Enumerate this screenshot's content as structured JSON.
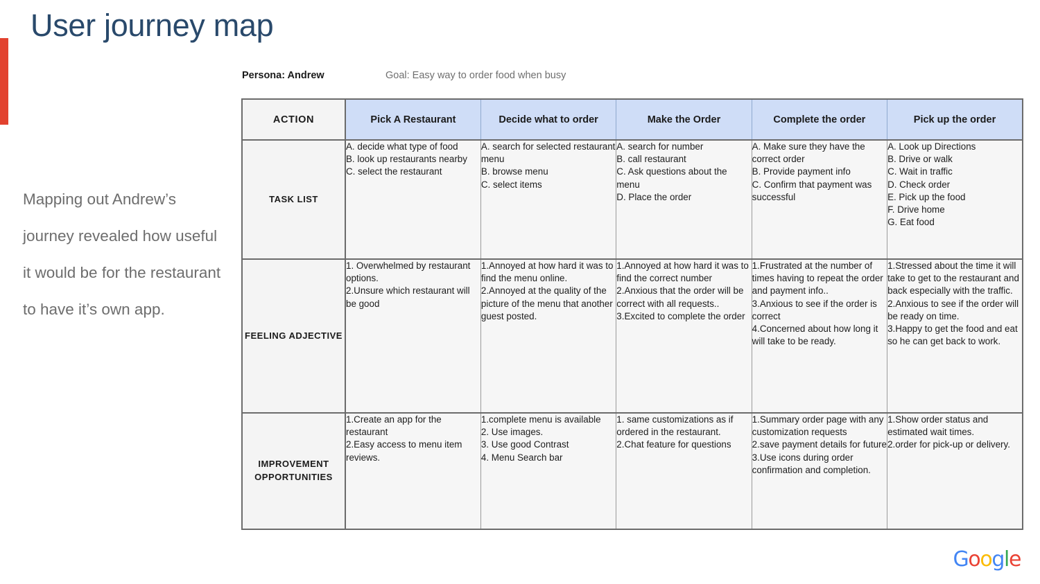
{
  "slide": {
    "title": "User journey map",
    "accent_color": "#e2422f",
    "title_color": "#29496b",
    "narrative": "Mapping out Andrew’s journey revealed how useful it would be for the restaurant to have it’s own app."
  },
  "meta": {
    "persona": "Persona: Andrew",
    "goal": "Goal: Easy way to order food when busy"
  },
  "table": {
    "header_label": "ACTION",
    "header_bg": "#cfddf7",
    "stages": [
      "Pick A Restaurant",
      "Decide what to order",
      "Make the Order",
      "Complete the order",
      "Pick up the order"
    ],
    "rows": [
      {
        "label": "TASK LIST",
        "cells": [
          "A. decide what type of food\nB. look up restaurants nearby\nC. select the restaurant",
          "A. search for selected restaurant  menu\nB. browse menu\nC. select items",
          "A. search for number\nB. call restaurant\nC. Ask questions about the menu\nD. Place the order",
          "A. Make sure they have the correct order\nB. Provide payment info\nC. Confirm that payment was successful",
          "A. Look up Directions\nB. Drive or walk\nC. Wait in traffic\nD. Check order\nE. Pick up the food\nF. Drive home\nG. Eat food"
        ]
      },
      {
        "label": "FEELING ADJECTIVE",
        "cells": [
          "1. Overwhelmed by restaurant options.\n2.Unsure which restaurant will be good",
          "1.Annoyed at how hard it was to find the menu online.\n2.Annoyed at the quality of the picture of the menu that another guest posted.",
          "1.Annoyed at how hard it was to find the correct number\n2.Anxious that the order will be correct with all requests..\n3.Excited to complete the order",
          "1.Frustrated at the number of times having to repeat the order and payment info..\n3.Anxious to see if the order is correct\n4.Concerned about how long it will take to be ready.",
          "1.Stressed about the time it will take to get to the restaurant and back especially with the traffic.\n2.Anxious to see if the order will be ready on time.\n3.Happy to get the food and eat so he can get back to work."
        ]
      },
      {
        "label": "IMPROVEMENT OPPORTUNITIES",
        "cells": [
          "1.Create an app for the restaurant\n2.Easy access to menu item reviews.",
          "1.complete menu is available\n2. Use  images.\n3. Use good Contrast\n4. Menu Search bar",
          "1. same customizations as if ordered in the restaurant.\n2.Chat feature for questions",
          "1.Summary order page with any customization requests\n2.save payment details for future\n3.Use icons during order confirmation and completion.",
          "1.Show order status and estimated wait times.\n2.order for pick-up or delivery."
        ]
      }
    ]
  },
  "footer": {
    "logo_letters": [
      "G",
      "o",
      "o",
      "g",
      "l",
      "e"
    ],
    "logo_text": "Google"
  }
}
